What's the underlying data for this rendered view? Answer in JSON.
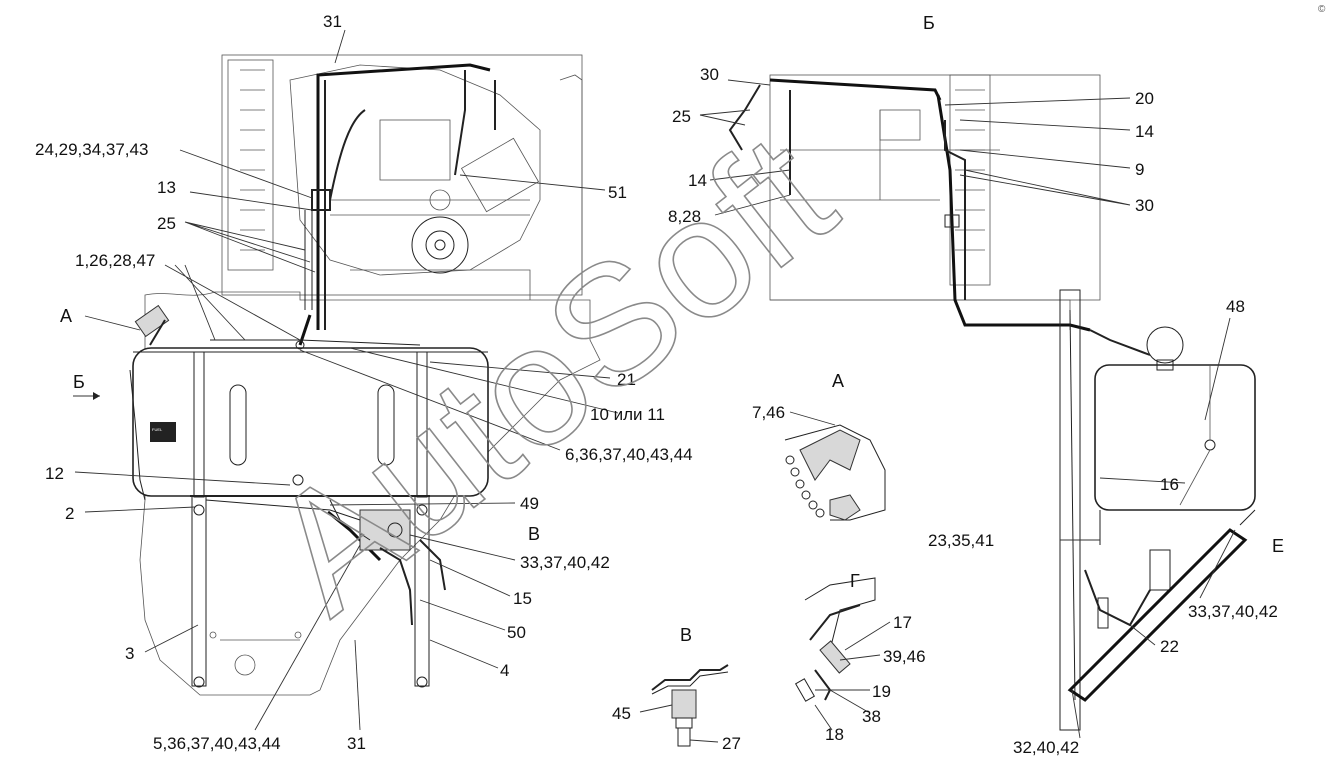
{
  "watermark": {
    "text": "AutoSoft",
    "corner_mark": "©"
  },
  "views": {
    "B": "Б",
    "A": "А",
    "V": "В",
    "G": "Г",
    "E": "Е"
  },
  "callouts": {
    "c_31_top": "31",
    "c_24": "24,29,34,37,43",
    "c_13": "13",
    "c_25_left": "25",
    "c_1": "1,26,28,47",
    "c_51": "51",
    "c_21": "21",
    "c_10": "10 или 11",
    "c_6": "6,36,37,40,43,44",
    "c_12": "12",
    "c_2": "2",
    "c_49": "49",
    "c_33_left": "33,37,40,42",
    "c_15": "15",
    "c_50": "50",
    "c_4": "4",
    "c_3": "3",
    "c_5": "5,36,37,40,43,44",
    "c_31_bottom": "31",
    "c_30_top": "30",
    "c_25_right": "25",
    "c_14_left": "14",
    "c_8": "8,28",
    "c_20": "20",
    "c_14_right": "14",
    "c_9": "9",
    "c_30_right": "30",
    "c_48": "48",
    "c_16": "16",
    "c_23": "23,35,41",
    "c_33_right": "33,37,40,42",
    "c_22": "22",
    "c_32": "32,40,42",
    "c_7": "7,46",
    "c_17": "17",
    "c_39": "39,46",
    "c_19": "19",
    "c_38": "38",
    "c_18": "18",
    "c_45": "45",
    "c_27": "27"
  }
}
